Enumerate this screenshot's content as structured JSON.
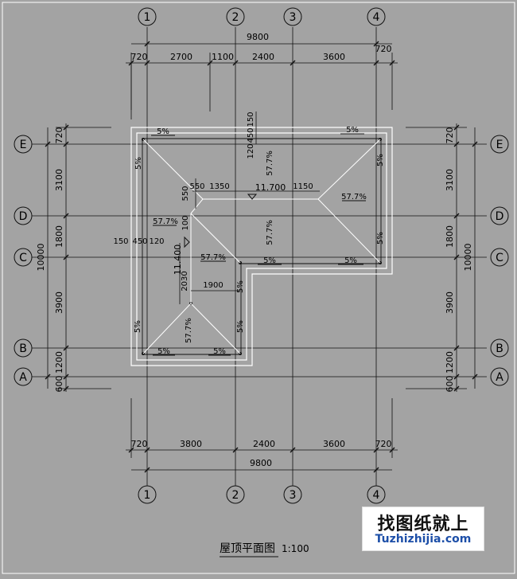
{
  "title": {
    "name": "屋顶平面图",
    "scale": "1:100"
  },
  "watermark": {
    "cn": "找图纸就上",
    "en": "Tuzhizhijia.com"
  },
  "grid_axes_vertical": [
    "1",
    "2",
    "3",
    "4"
  ],
  "grid_axes_horizontal": [
    "E",
    "D",
    "C",
    "B",
    "A"
  ],
  "dims_top_total": "9800",
  "dims_top_segments": [
    "720",
    "2700",
    "1100",
    "2400",
    "3600",
    "720"
  ],
  "dims_bottom_total": "9800",
  "dims_bottom_segments": [
    "720",
    "3800",
    "2400",
    "3600",
    "720"
  ],
  "dims_left_total": "10000",
  "dims_left_segments": [
    "720",
    "3100",
    "1800",
    "3900",
    "1200",
    "600"
  ],
  "dims_right_total": "10000",
  "dims_right_segments": [
    "720",
    "3100",
    "1800",
    "3900",
    "1200",
    "600"
  ],
  "inner_dims": {
    "top_150": "150",
    "top_120": "120",
    "top_450": "450",
    "d550a": "550",
    "d1350": "1350",
    "d550b": "550",
    "d1150": "1150",
    "d100": "100",
    "d150": "150",
    "d450": "450",
    "d120": "120",
    "d2030": "2030",
    "d1900": "1900"
  },
  "elevations": {
    "ridge": "11.700",
    "lower": "11.400"
  },
  "slopes": {
    "s5_top_left": "5%",
    "s5_top_right": "5%",
    "s5_left_upper": "5%",
    "s5_right_upper": "5%",
    "s5_right_lower": "5%",
    "s5_mid": "5%",
    "s5_mid_right": "5%",
    "s5_inner_v1": "5%",
    "s5_inner_v2": "5%",
    "s5_left_lower": "5%",
    "s5_bottom_left": "5%",
    "s5_bottom_right": "5%",
    "p577_top": "57.7%",
    "p577_right": "57.7%",
    "p577_left": "57.7%",
    "p577_center": "57.7%",
    "p577_mid": "57.7%",
    "p577_bottom": "57.7%"
  }
}
